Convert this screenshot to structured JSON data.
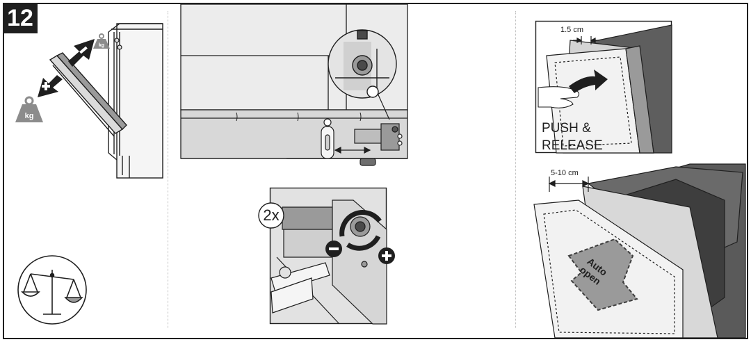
{
  "step": {
    "number": "12"
  },
  "panel_right_top": {
    "label_line1": "PUSH &",
    "label_line2": "RELEASE",
    "dimension": "1.5 cm"
  },
  "panel_right_bottom": {
    "dimension": "5-10 cm",
    "arrow_line1": "Auto",
    "arrow_line2": "open"
  },
  "panel_middle_inset": {
    "count": "2x"
  },
  "icons": {
    "weight_minus": "weight-minus-icon",
    "weight_plus": "weight-plus-icon",
    "balance": "balance-scale-icon",
    "minus": "minus-icon",
    "plus": "plus-icon"
  },
  "colors": {
    "line": "#1f1f1f",
    "panel": "#e6e6e6",
    "mid": "#9a9a9a",
    "dark": "#4a4a4a"
  }
}
